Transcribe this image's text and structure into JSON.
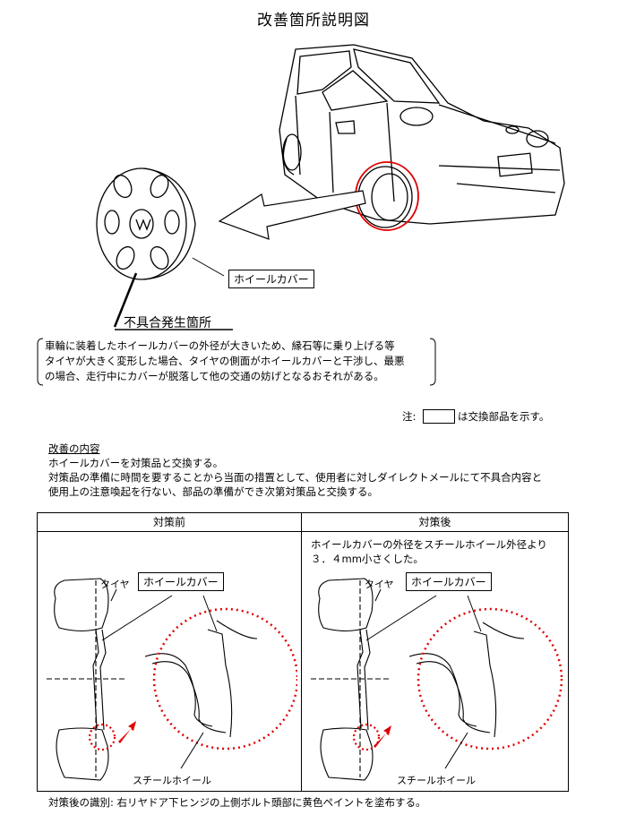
{
  "title": "改善箇所説明図",
  "labels": {
    "wheel_cover": "ホイールカバー",
    "defect_location": "不具合発生箇所",
    "tire": "タイヤ",
    "steel_wheel": "スチールホイール"
  },
  "defect_description": [
    "車輪に装着したホイールカバーの外径が大きいため、縁石等に乗り上げる等",
    "タイヤが大きく変形した場合、タイヤの側面がホイールカバーと干渉し、最悪",
    "の場合、走行中にカバーが脱落して他の交通の妨げとなるおそれがある。"
  ],
  "note": {
    "prefix": "注:",
    "suffix": "は交換部品を示す。"
  },
  "improvement": {
    "heading": "改善の内容",
    "lines": [
      "ホイールカバーを対策品と交換する。",
      "対策品の準備に時間を要することから当面の措置として、使用者に対しダイレクトメールにて不具合内容と",
      "使用上の注意喚起を行ない、部品の準備ができ次第対策品と交換する。"
    ]
  },
  "table": {
    "before_header": "対策前",
    "after_header": "対策後",
    "after_note": [
      "ホイールカバーの外径をスチールホイール外径より",
      "３．４mm小さくした。"
    ]
  },
  "identification": "対策後の識別: 右リヤドア下ヒンジの上側ボルト頭部に黄色ペイントを塗布する。"
}
